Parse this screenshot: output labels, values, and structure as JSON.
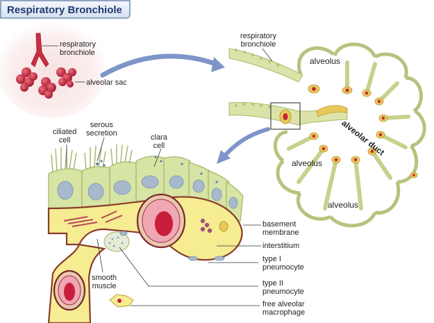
{
  "title": "Respiratory Bronchiole",
  "inset_labels": {
    "respiratory_bronchiole_l1": "respiratory",
    "respiratory_bronchiole_l2": "bronchiole",
    "alveolar_sac": "alveolar sac"
  },
  "acinus_labels": {
    "respiratory_bronchiole_l1": "respiratory",
    "respiratory_bronchiole_l2": "bronchiole",
    "alveolus_top": "alveolus",
    "alveolar_duct": "alveolar duct",
    "alveolus_left": "alveolus",
    "alveolus_bottom": "alveolus"
  },
  "tissue_labels": {
    "ciliated_cell_l1": "ciliated",
    "ciliated_cell_l2": "cell",
    "serous_secretion_l1": "serous",
    "serous_secretion_l2": "secretion",
    "clara_cell_l1": "clara",
    "clara_cell_l2": "cell",
    "smooth_muscle_l1": "smooth",
    "smooth_muscle_l2": "muscle",
    "basement_membrane_l1": "basement",
    "basement_membrane_l2": "membrane",
    "interstitium": "interstitium",
    "type1_l1": "type I",
    "type1_l2": "pneumocyte",
    "type2_l1": "type II",
    "type2_l2": "pneumocyte",
    "macrophage_l1": "free alveolar",
    "macrophage_l2": "macrophage"
  },
  "colors": {
    "title_text": "#1f3a70",
    "arrow": "#7d95c8",
    "alveolar_wall": "#d9e3a6",
    "alveolar_outline": "#a9b86a",
    "interstitium": "#f6ec92",
    "cell_fill": "#d4e3a3",
    "nucleus": "#9fb2c8",
    "vessel": "#c81e3c",
    "lung_tissue": "#c8273d"
  }
}
